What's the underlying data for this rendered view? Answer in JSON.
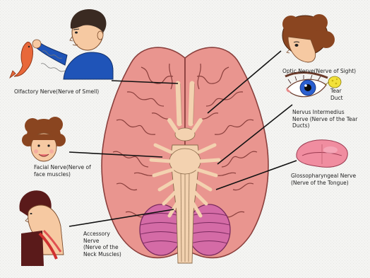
{
  "diagram": {
    "labels": {
      "olfactory": "Olfactory Nerve(Nerve of Smell)",
      "optic": "Optic Nerve(Nerve of Sight)",
      "tear_duct": "Tear\nDuct",
      "intermedius": "Nervus Intermedius\nNerve (Nerve of the Tear\nDucts)",
      "facial": "Facial Nerve(Nerve of\nface muscles)",
      "glosso": "Glossopharyngeal Nerve\n(Nerve of the Tongue)",
      "accessory": "Accessory\nNerve\n(Nerve of the\nNeck Muscles)"
    }
  },
  "colors": {
    "brain": "#e9958f",
    "brain_outline": "#8a3f3c",
    "cerebellum": "#d46ba6",
    "nerve": "#f3d2b0",
    "skin": "#f6c9a2",
    "hair": "#3a2a22",
    "hair_brown": "#8a4520",
    "shirt": "#1f54b8",
    "fish": "#e8683a",
    "tongue": "#f08da0",
    "eye": "#2a5fd0"
  }
}
